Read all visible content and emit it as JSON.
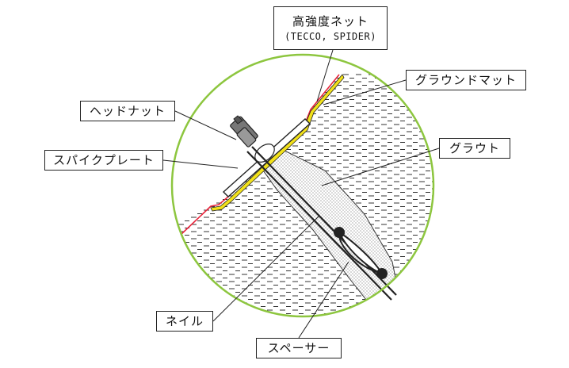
{
  "labels": {
    "net_main": "高強度ネット",
    "net_sub": "(TECCO, SPIDER)",
    "ground_mat": "グラウンドマット",
    "head_nut": "ヘッドナット",
    "grout": "グラウト",
    "spike_plate": "スパイクプレート",
    "nail": "ネイル",
    "spacer": "スペーサー"
  },
  "colors": {
    "circle": "#8dc63f",
    "ground_mat": "#f2e11a",
    "net": "#e8233a",
    "stroke": "#222222"
  }
}
